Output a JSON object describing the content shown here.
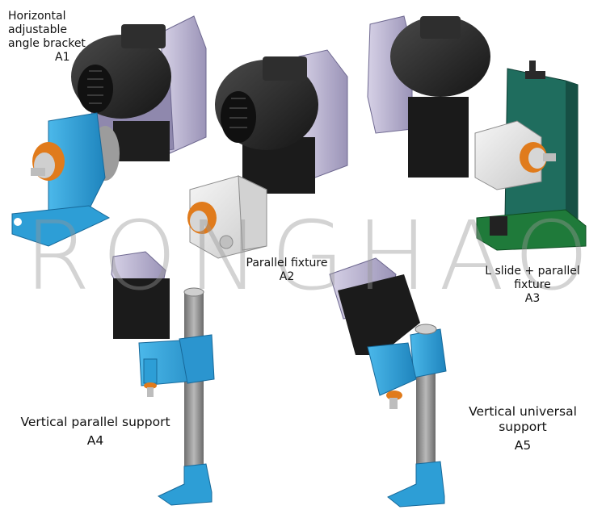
{
  "watermark": "RONGHAO",
  "colors": {
    "motor": "#2a2a2a",
    "housing_lavender": "#b7b0cf",
    "fixture_blue": "#2d9ed6",
    "fixture_white": "#e8e8e8",
    "fixture_green": "#1f6d5e",
    "base_green": "#1f7a3a",
    "column_gray": "#8a8a8a",
    "collar_orange": "#e07b1c"
  },
  "items": [
    {
      "line1": "Horizontal adjustable",
      "line2": "angle bracket",
      "code": "A1"
    },
    {
      "line1": "Parallel fixture",
      "code": "A2"
    },
    {
      "line1": "L slide + parallel fixture",
      "code": "A3"
    },
    {
      "line1": "Vertical parallel support",
      "code": "A4"
    },
    {
      "line1": "Vertical universal support",
      "code": "A5"
    }
  ]
}
